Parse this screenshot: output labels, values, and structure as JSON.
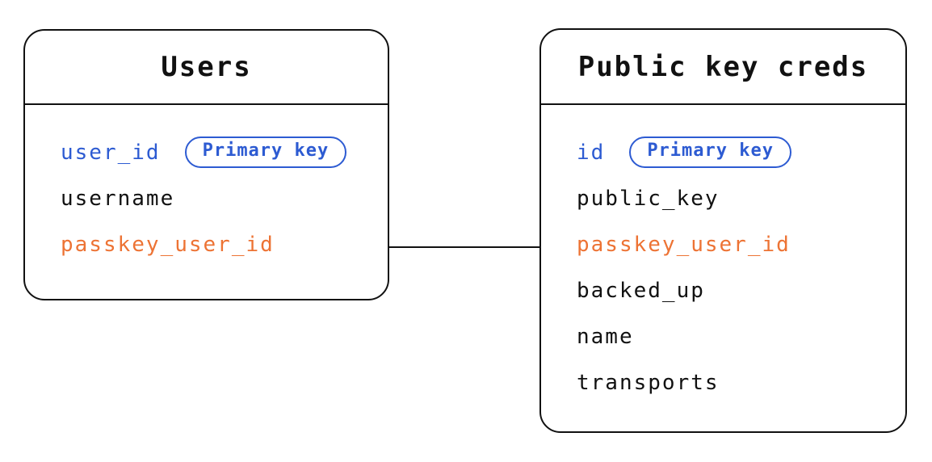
{
  "diagram": {
    "type": "entity-relationship",
    "colors": {
      "primary_key_blue": "#2d5bd2",
      "foreign_key_orange": "#ed7334",
      "text_ink": "#111111",
      "border": "#111111",
      "background": "#ffffff"
    },
    "relationship": {
      "from_table": "Users",
      "from_field": "passkey_user_id",
      "to_table": "Public key creds",
      "to_field": "passkey_user_id",
      "style": "plain-line"
    }
  },
  "tables": [
    {
      "title": "Users",
      "fields": [
        {
          "name": "user_id",
          "badge": "Primary key",
          "role": "primary"
        },
        {
          "name": "username",
          "role": "normal"
        },
        {
          "name": "passkey_user_id",
          "role": "foreign"
        }
      ]
    },
    {
      "title": "Public key creds",
      "fields": [
        {
          "name": "id",
          "badge": "Primary key",
          "role": "primary"
        },
        {
          "name": "public_key",
          "role": "normal"
        },
        {
          "name": "passkey_user_id",
          "role": "foreign"
        },
        {
          "name": "backed_up",
          "role": "normal"
        },
        {
          "name": "name",
          "role": "normal"
        },
        {
          "name": "transports",
          "role": "normal"
        }
      ]
    }
  ]
}
